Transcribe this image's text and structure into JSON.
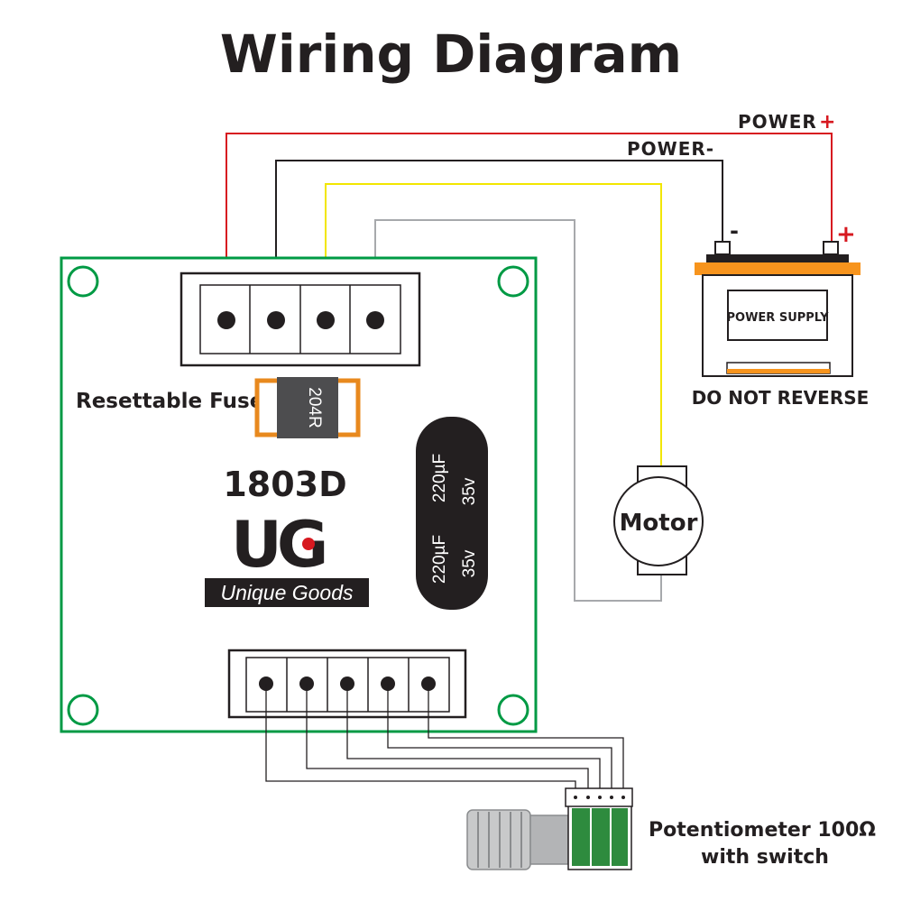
{
  "title": "Wiring Diagram",
  "power_positive_label": "POWER",
  "power_positive_sign": "+",
  "power_negative_label": "POWER-",
  "battery": {
    "terminal_negative": "-",
    "terminal_positive": "+",
    "label": "POWER SUPPLY",
    "warning": "DO NOT REVERSE"
  },
  "board": {
    "fuse_label": "Resettable Fuse",
    "fuse_code": "204R",
    "model": "1803D",
    "logo_letters": "UG",
    "brand": "Unique Goods",
    "capacitor_top_capacity": "220µF",
    "capacitor_top_voltage": "35v",
    "capacitor_bottom_capacity": "220µF",
    "capacitor_bottom_voltage": "35v"
  },
  "motor_label": "Motor",
  "potentiometer": {
    "line1": "Potentiometer 100Ω",
    "line2": "with switch"
  },
  "colors": {
    "wire_positive": "#d71920",
    "wire_negative": "#231f20",
    "wire_motor_yellow": "#f2e600",
    "wire_motor_gray": "#a7a9ac",
    "board_outline": "#009a44",
    "fuse_outline": "#e8891e",
    "battery_top": "#f7941d"
  }
}
